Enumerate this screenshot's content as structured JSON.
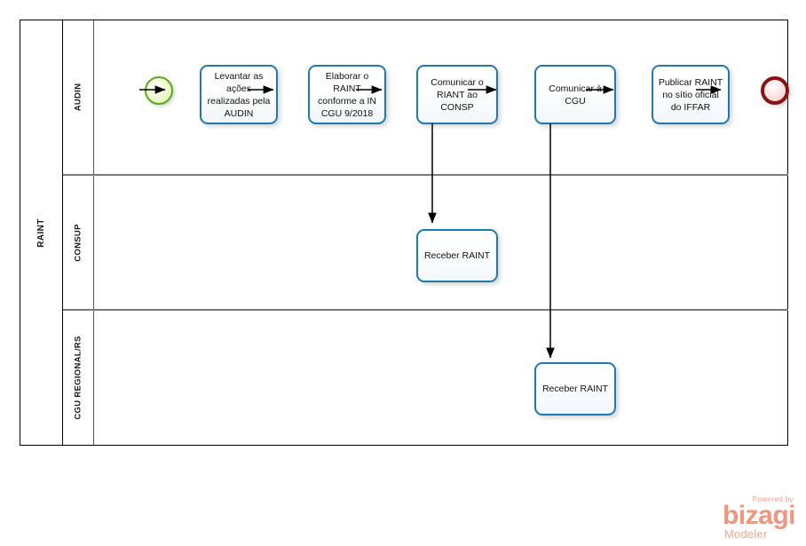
{
  "diagram": {
    "type": "bpmn-collaboration",
    "pool": {
      "name": "RAINT"
    },
    "lanes": [
      {
        "id": "audin",
        "label": "AUDIN"
      },
      {
        "id": "consup",
        "label": "CONSUP"
      },
      {
        "id": "cgu",
        "label": "CGU REGIONAL/RS"
      }
    ],
    "events": [
      {
        "id": "start",
        "kind": "start-event",
        "lane": "audin",
        "label": ""
      },
      {
        "id": "end",
        "kind": "end-event",
        "lane": "audin",
        "label": ""
      }
    ],
    "tasks": [
      {
        "id": "t1",
        "lane": "audin",
        "label": "Levantar as ações realizadas pela AUDIN"
      },
      {
        "id": "t2",
        "lane": "audin",
        "label": "Elaborar o RAINT conforme a IN CGU 9/2018"
      },
      {
        "id": "t3",
        "lane": "audin",
        "label": "Comunicar o RIANT ao CONSP"
      },
      {
        "id": "t4",
        "lane": "audin",
        "label": "Comunicar à CGU"
      },
      {
        "id": "t5",
        "lane": "audin",
        "label": "Publicar RAINT no sítio oficial do IFFAR"
      },
      {
        "id": "t6",
        "lane": "consup",
        "label": "Receber RAINT"
      },
      {
        "id": "t7",
        "lane": "cgu",
        "label": "Receber RAINT"
      }
    ],
    "flows": [
      {
        "from": "start",
        "to": "t1",
        "label": ""
      },
      {
        "from": "t1",
        "to": "t2",
        "label": ""
      },
      {
        "from": "t2",
        "to": "t3",
        "label": ""
      },
      {
        "from": "t3",
        "to": "t4",
        "label": ""
      },
      {
        "from": "t4",
        "to": "t5",
        "label": ""
      },
      {
        "from": "t5",
        "to": "end",
        "label": ""
      },
      {
        "from": "t3",
        "to": "t6",
        "label": ""
      },
      {
        "from": "t4",
        "to": "t7",
        "label": ""
      }
    ],
    "colors": {
      "task_border": "#2079ac",
      "task_fill": "#f7fafd",
      "start_border": "#5aa818",
      "start_fill": "#e3f4b8",
      "end_border": "#8b1214",
      "end_fill": "#f6d9d7",
      "pool_border": "#000000",
      "lane_divider": "#7a7a7a",
      "flow_line": "#000000",
      "background": "#ffffff"
    }
  },
  "watermark": {
    "powered_by": "Powered by",
    "brand": "bizagi",
    "product": "Modeler",
    "color": "#f0957f"
  }
}
